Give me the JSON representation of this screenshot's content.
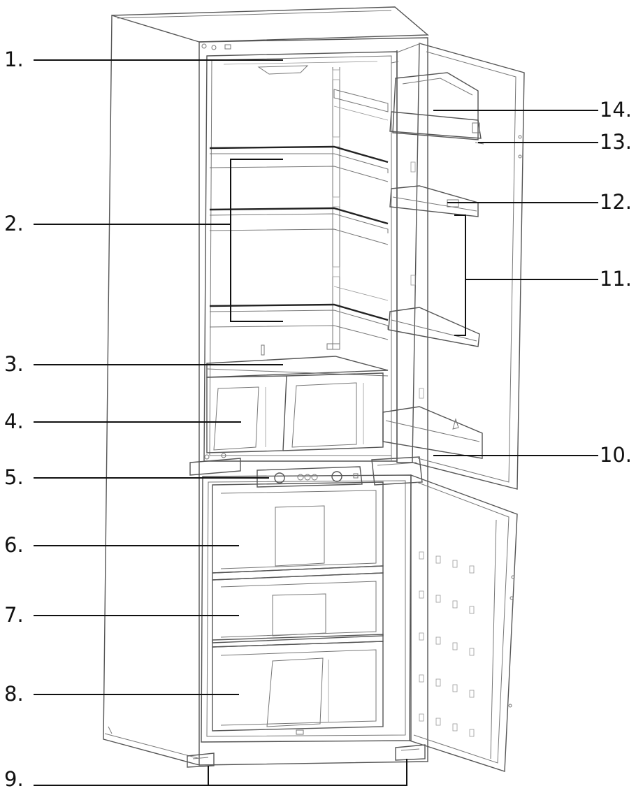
{
  "callouts": [
    {
      "n": "1.",
      "side": "left"
    },
    {
      "n": "2.",
      "side": "left"
    },
    {
      "n": "3.",
      "side": "left"
    },
    {
      "n": "4.",
      "side": "left"
    },
    {
      "n": "5.",
      "side": "left"
    },
    {
      "n": "6.",
      "side": "left"
    },
    {
      "n": "7.",
      "side": "left"
    },
    {
      "n": "8.",
      "side": "left"
    },
    {
      "n": "9.",
      "side": "left"
    },
    {
      "n": "10.",
      "side": "right"
    },
    {
      "n": "11.",
      "side": "right"
    },
    {
      "n": "12.",
      "side": "right"
    },
    {
      "n": "13.",
      "side": "right"
    },
    {
      "n": "14.",
      "side": "right"
    }
  ],
  "colors": {
    "line": "#111111",
    "outline": "#555555",
    "background": "#ffffff"
  }
}
